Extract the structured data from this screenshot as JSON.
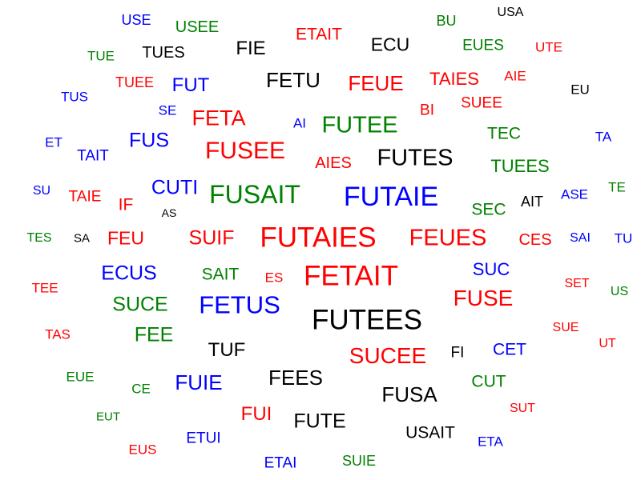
{
  "colors": {
    "red": "#ff0000",
    "blue": "#0000ff",
    "green": "#008000",
    "black": "#000000"
  },
  "words": [
    {
      "text": "USE",
      "color": "blue"
    },
    {
      "text": "USEE",
      "color": "green"
    },
    {
      "text": "BU",
      "color": "green"
    },
    {
      "text": "USA",
      "color": "black"
    },
    {
      "text": "ETAIT",
      "color": "red"
    },
    {
      "text": "FIE",
      "color": "black"
    },
    {
      "text": "ECU",
      "color": "black"
    },
    {
      "text": "EUES",
      "color": "green"
    },
    {
      "text": "UTE",
      "color": "red"
    },
    {
      "text": "TUE",
      "color": "green"
    },
    {
      "text": "TUES",
      "color": "black"
    },
    {
      "text": "FETU",
      "color": "black"
    },
    {
      "text": "FEUE",
      "color": "red"
    },
    {
      "text": "TAIES",
      "color": "red"
    },
    {
      "text": "AIE",
      "color": "red"
    },
    {
      "text": "TUEE",
      "color": "red"
    },
    {
      "text": "FUT",
      "color": "blue"
    },
    {
      "text": "EU",
      "color": "black"
    },
    {
      "text": "TUS",
      "color": "blue"
    },
    {
      "text": "SE",
      "color": "blue"
    },
    {
      "text": "SUEE",
      "color": "red"
    },
    {
      "text": "BI",
      "color": "red"
    },
    {
      "text": "FETA",
      "color": "red"
    },
    {
      "text": "AI",
      "color": "blue"
    },
    {
      "text": "FUTEE",
      "color": "green"
    },
    {
      "text": "TEC",
      "color": "green"
    },
    {
      "text": "ET",
      "color": "blue"
    },
    {
      "text": "FUS",
      "color": "blue"
    },
    {
      "text": "TA",
      "color": "blue"
    },
    {
      "text": "TAIT",
      "color": "blue"
    },
    {
      "text": "FUSEE",
      "color": "red"
    },
    {
      "text": "FUTES",
      "color": "black"
    },
    {
      "text": "AIES",
      "color": "red"
    },
    {
      "text": "TUEES",
      "color": "green"
    },
    {
      "text": "SU",
      "color": "blue"
    },
    {
      "text": "CUTI",
      "color": "blue"
    },
    {
      "text": "FUSAIT",
      "color": "green"
    },
    {
      "text": "FUTAIE",
      "color": "blue"
    },
    {
      "text": "ASE",
      "color": "blue"
    },
    {
      "text": "TE",
      "color": "green"
    },
    {
      "text": "TAIE",
      "color": "red"
    },
    {
      "text": "IF",
      "color": "red"
    },
    {
      "text": "AIT",
      "color": "black"
    },
    {
      "text": "SEC",
      "color": "green"
    },
    {
      "text": "AS",
      "color": "black"
    },
    {
      "text": "TES",
      "color": "green"
    },
    {
      "text": "SA",
      "color": "black"
    },
    {
      "text": "FEU",
      "color": "red"
    },
    {
      "text": "SUIF",
      "color": "red"
    },
    {
      "text": "FUTAIES",
      "color": "red"
    },
    {
      "text": "FEUES",
      "color": "red"
    },
    {
      "text": "CES",
      "color": "red"
    },
    {
      "text": "SAI",
      "color": "blue"
    },
    {
      "text": "TU",
      "color": "blue"
    },
    {
      "text": "ECUS",
      "color": "blue"
    },
    {
      "text": "SAIT",
      "color": "green"
    },
    {
      "text": "ES",
      "color": "red"
    },
    {
      "text": "FETAIT",
      "color": "red"
    },
    {
      "text": "SUC",
      "color": "blue"
    },
    {
      "text": "TEE",
      "color": "red"
    },
    {
      "text": "SET",
      "color": "red"
    },
    {
      "text": "US",
      "color": "green"
    },
    {
      "text": "SUCE",
      "color": "green"
    },
    {
      "text": "FETUS",
      "color": "blue"
    },
    {
      "text": "FUSE",
      "color": "red"
    },
    {
      "text": "FUTEES",
      "color": "black"
    },
    {
      "text": "TAS",
      "color": "red"
    },
    {
      "text": "FEE",
      "color": "green"
    },
    {
      "text": "SUE",
      "color": "red"
    },
    {
      "text": "UT",
      "color": "red"
    },
    {
      "text": "TUF",
      "color": "black"
    },
    {
      "text": "SUCEE",
      "color": "red"
    },
    {
      "text": "FI",
      "color": "black"
    },
    {
      "text": "CET",
      "color": "blue"
    },
    {
      "text": "EUE",
      "color": "green"
    },
    {
      "text": "FEES",
      "color": "black"
    },
    {
      "text": "CE",
      "color": "green"
    },
    {
      "text": "FUIE",
      "color": "blue"
    },
    {
      "text": "CUT",
      "color": "green"
    },
    {
      "text": "FUSA",
      "color": "black"
    },
    {
      "text": "EUT",
      "color": "green"
    },
    {
      "text": "FUI",
      "color": "red"
    },
    {
      "text": "FUTE",
      "color": "black"
    },
    {
      "text": "SUT",
      "color": "red"
    },
    {
      "text": "USAIT",
      "color": "black"
    },
    {
      "text": "EUS",
      "color": "red"
    },
    {
      "text": "ETUI",
      "color": "blue"
    },
    {
      "text": "ETA",
      "color": "blue"
    },
    {
      "text": "ETAI",
      "color": "blue"
    },
    {
      "text": "SUIE",
      "color": "green"
    }
  ]
}
